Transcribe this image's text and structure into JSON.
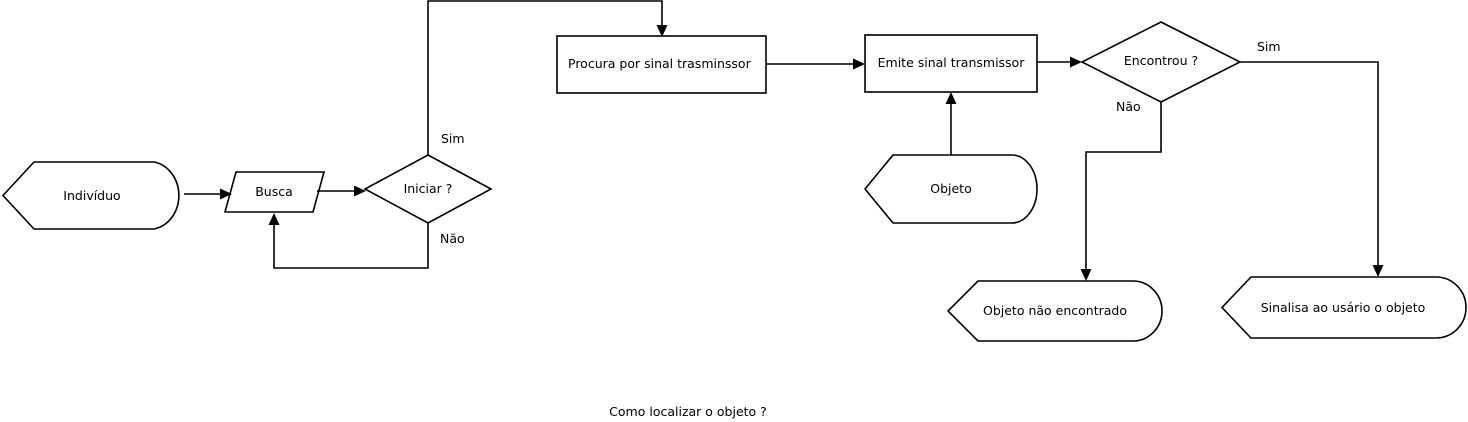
{
  "nodes": {
    "individuo": "Indivíduo",
    "busca": "Busca",
    "iniciar": "Iniciar ?",
    "procura": "Procura por sinal trasminssor",
    "emite": "Emite sinal transmissor",
    "encontrou": "Encontrou ?",
    "objeto": "Objeto",
    "nao_encontrado": "Objeto não encontrado",
    "sinalisa": "Sinalisa ao usário o objeto"
  },
  "edge_labels": {
    "iniciar_sim": "Sim",
    "iniciar_nao": "Não",
    "encontrou_sim": "Sim",
    "encontrou_nao": "Não"
  },
  "caption": "Como localizar o objeto ?"
}
